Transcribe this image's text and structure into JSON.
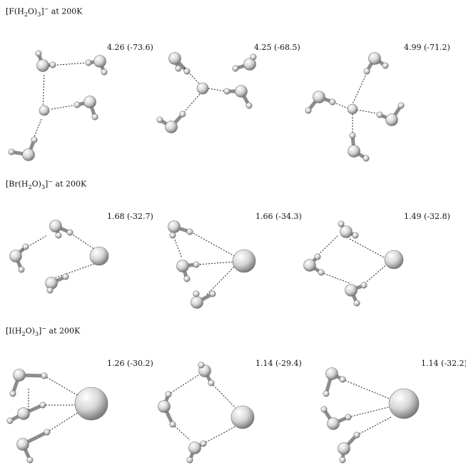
{
  "sections": [
    {
      "pre": "[F(H",
      "sub1": "2",
      "mid": "O)",
      "sub2": "3",
      "post": "]",
      "sup": "−",
      "suffix": " at 200K",
      "panels": [
        {
          "value": "4.26 (-73.6)"
        },
        {
          "value": "4.25 (-68.5)"
        },
        {
          "value": "4.99 (-71.2)"
        }
      ]
    },
    {
      "pre": "[Br(H",
      "sub1": "2",
      "mid": "O)",
      "sub2": "3",
      "post": "]",
      "sup": "−",
      "suffix": " at 200K",
      "panels": [
        {
          "value": "1.68 (-32.7)"
        },
        {
          "value": "1.66 (-34.3)"
        },
        {
          "value": "1.49 (-32.8)"
        }
      ]
    },
    {
      "pre": "[I(H",
      "sub1": "2",
      "mid": "O)",
      "sub2": "3",
      "post": "]",
      "sup": "−",
      "suffix": " at 200K",
      "panels": [
        {
          "value": "1.26 (-30.2)"
        },
        {
          "value": "1.14 (-29.4)"
        },
        {
          "value": "1.14 (-32.2)"
        }
      ]
    }
  ],
  "colors": {
    "atom_light": "#ffffff",
    "atom_dark": "#8a8a8a",
    "bond": "#222222"
  }
}
